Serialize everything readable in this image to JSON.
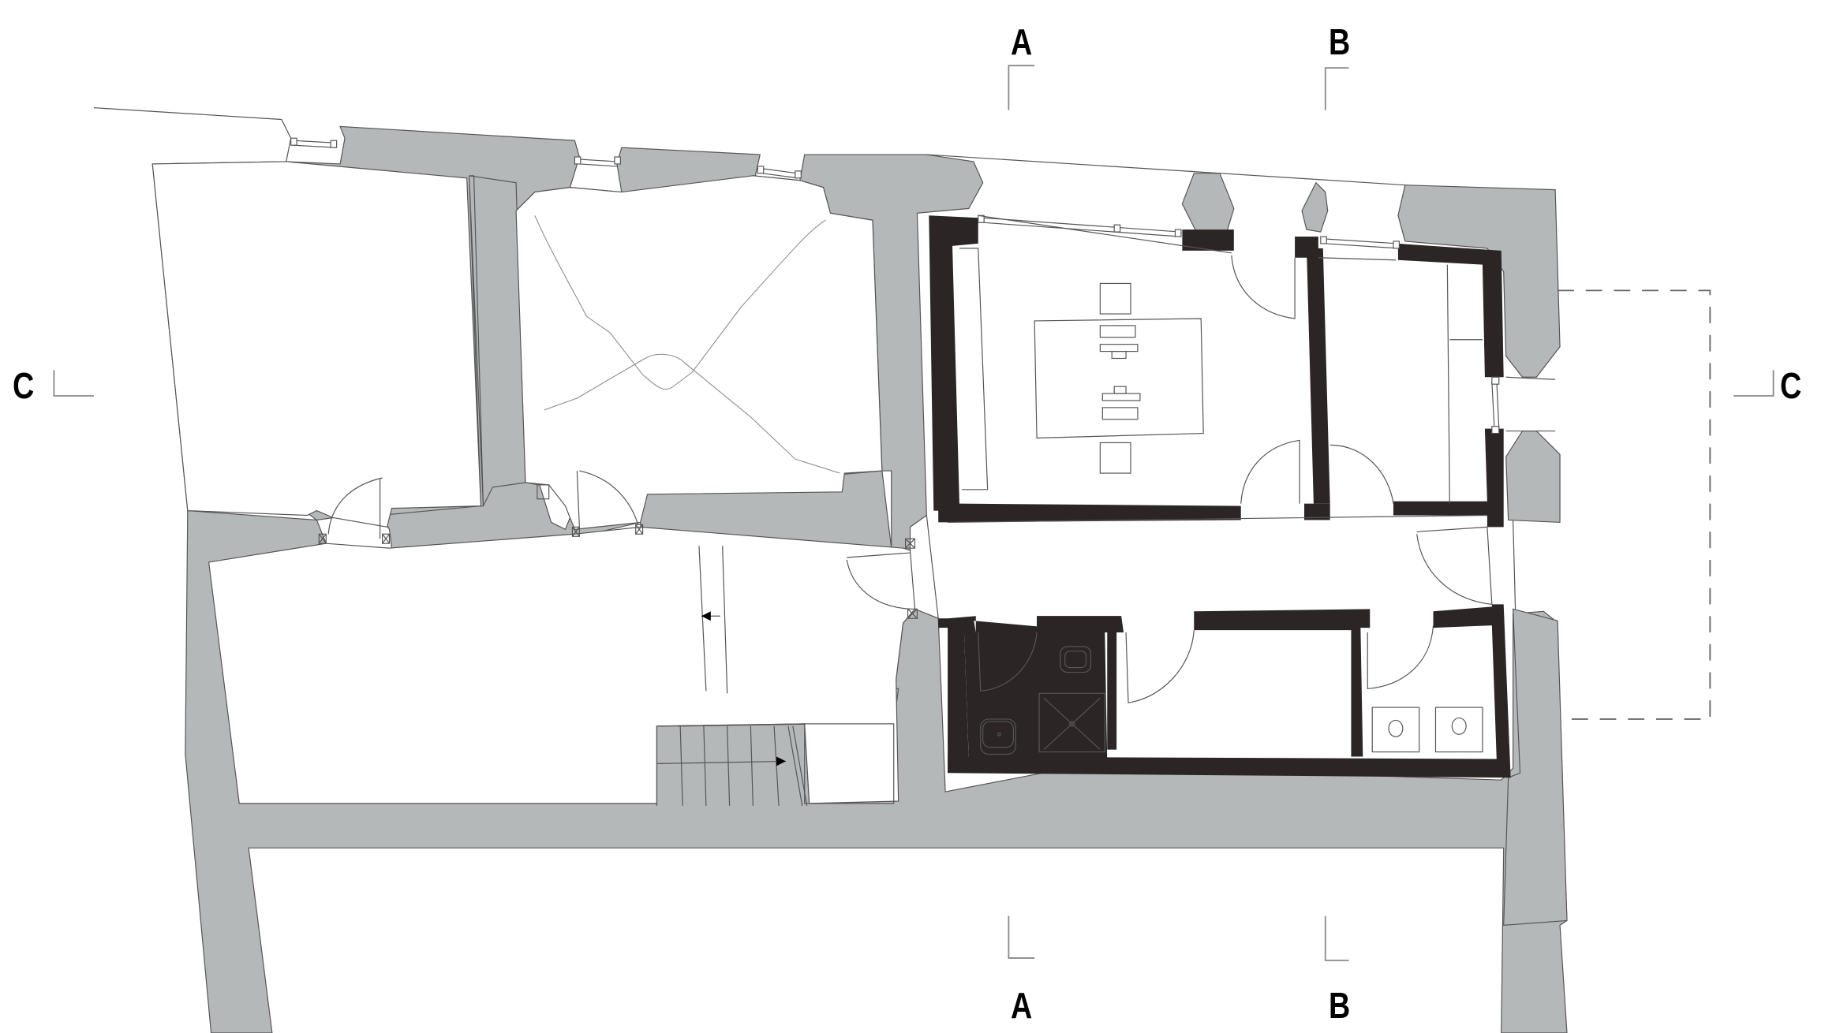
{
  "drawing": {
    "type": "architectural floor plan",
    "colors": {
      "existing_masonry": "#b5b8b9",
      "new_walls": "#2b2526",
      "lines": "#555555",
      "background": "#ffffff"
    },
    "section_markers": {
      "A_top": "A",
      "B_top": "B",
      "A_bottom": "A",
      "B_bottom": "B",
      "C_left": "C",
      "C_right": "C"
    },
    "elements": [
      "existing-stone-walls",
      "new-interior-partitions",
      "vaulted-room",
      "staircase",
      "bathroom-shower",
      "toilet",
      "washbasin",
      "washing-machines",
      "conference-table",
      "doors",
      "windows",
      "dashed-boundary"
    ]
  }
}
